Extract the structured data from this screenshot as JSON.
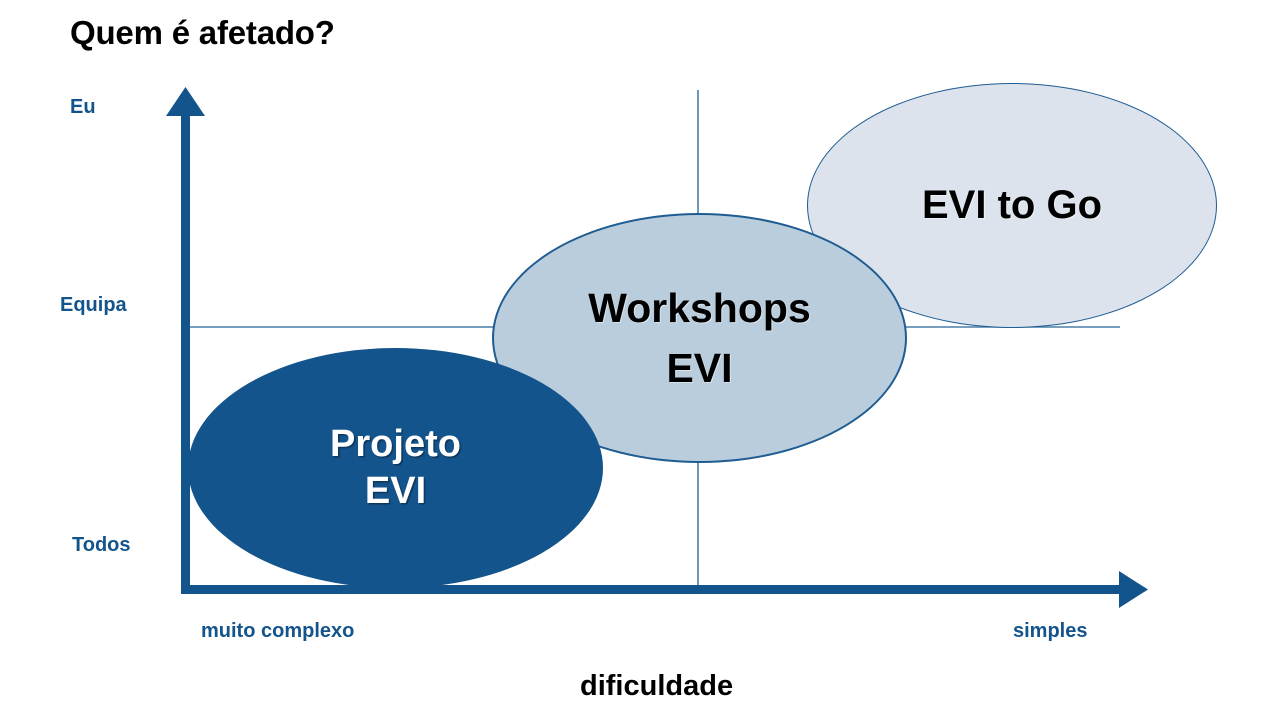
{
  "slide": {
    "title": "Quem é afetado?",
    "background_color": "#FFFFFF"
  },
  "axes": {
    "y": {
      "title": "Quem é afetado?",
      "axis_color": "#14548C",
      "label_color": "#14548C",
      "ticks": [
        {
          "label": "Eu"
        },
        {
          "label": "Equipa"
        },
        {
          "label": "Todos"
        }
      ],
      "arrow_icon": "arrow-up-icon"
    },
    "x": {
      "title": "dificuldade",
      "title_color": "#000000",
      "axis_color": "#14548C",
      "label_color": "#14548C",
      "ticks": [
        {
          "label": "muito complexo"
        },
        {
          "label": "simples"
        }
      ],
      "arrow_icon": "arrow-right-icon"
    },
    "gridlines": {
      "color": "#4A7FA8",
      "vertical_count": 1,
      "horizontal_count": 1
    }
  },
  "chart_data": {
    "type": "scatter",
    "title": "Quem é afetado?",
    "xlabel": "dificuldade",
    "ylabel": "",
    "x_ticklabels": [
      "muito complexo",
      "simples"
    ],
    "y_ticklabels": [
      "Todos",
      "Equipa",
      "Eu"
    ],
    "grid": true,
    "legend": "none",
    "bubbles": [
      {
        "name": "projeto-evi",
        "lines": [
          "Projeto",
          "EVI"
        ],
        "x_position": "muito complexo",
        "y_position": "Todos",
        "fill": "#14548C",
        "stroke": "#14548C",
        "text_color": "#FFFFFF"
      },
      {
        "name": "workshops-evi",
        "lines": [
          "Workshops",
          "EVI"
        ],
        "x_position": "médio",
        "y_position": "Equipa",
        "fill": "#BACDDC",
        "stroke": "#1F5C92",
        "text_color": "#000000"
      },
      {
        "name": "evi-to-go",
        "lines": [
          "EVI to Go"
        ],
        "x_position": "simples",
        "y_position": "Eu",
        "fill": "#DCE3EC",
        "stroke": "#1F5C92",
        "text_color": "#000000"
      }
    ]
  }
}
